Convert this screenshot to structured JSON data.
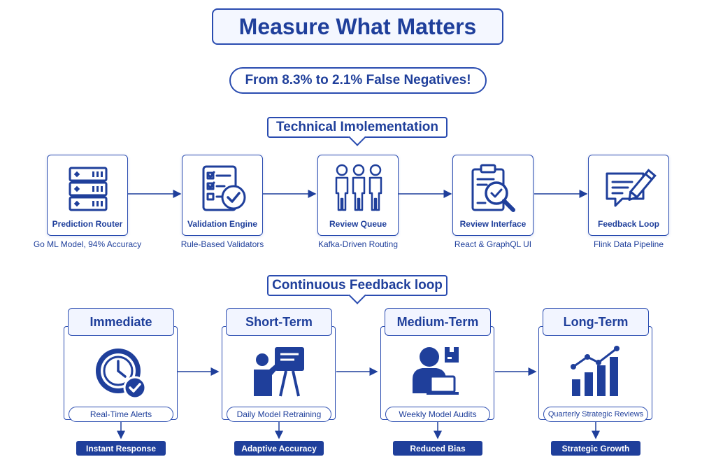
{
  "title": "Measure What Matters",
  "subtitle": "From 8.3% to 2.1% False Negatives!",
  "technical": {
    "heading": "Technical Implementation",
    "components": [
      {
        "name": "Prediction Router",
        "detail": "Go ML Model, 94% Accuracy",
        "icon": "server-rack-icon"
      },
      {
        "name": "Validation Engine",
        "detail": "Rule-Based Validators",
        "icon": "checklist-icon"
      },
      {
        "name": "Review Queue",
        "detail": "Kafka-Driven Routing",
        "icon": "people-queue-icon"
      },
      {
        "name": "Review Interface",
        "detail": "React & GraphQL UI",
        "icon": "clipboard-magnifier-icon"
      },
      {
        "name": "Feedback Loop",
        "detail": "Flink Data Pipeline",
        "icon": "chat-pencil-icon"
      }
    ]
  },
  "feedback": {
    "heading": "Continuous Feedback loop",
    "stages": [
      {
        "name": "Immediate",
        "caption": "Real-Time Alerts",
        "outcome": "Instant Response",
        "icon": "clock-check-icon"
      },
      {
        "name": "Short-Term",
        "caption": "Daily Model Retraining",
        "outcome": "Adaptive Accuracy",
        "icon": "presenter-board-icon"
      },
      {
        "name": "Medium-Term",
        "caption": "Weekly Model Audits",
        "outcome": "Reduced Bias",
        "icon": "person-laptop-icon"
      },
      {
        "name": "Long-Term",
        "caption": "Quarterly Strategic Reviews",
        "outcome": "Strategic Growth",
        "icon": "growth-chart-icon"
      }
    ]
  },
  "colors": {
    "primary": "#1f3f9b",
    "border": "#2a4cb0",
    "background": "#ffffff",
    "tab_fill": "#f2f5ff"
  }
}
